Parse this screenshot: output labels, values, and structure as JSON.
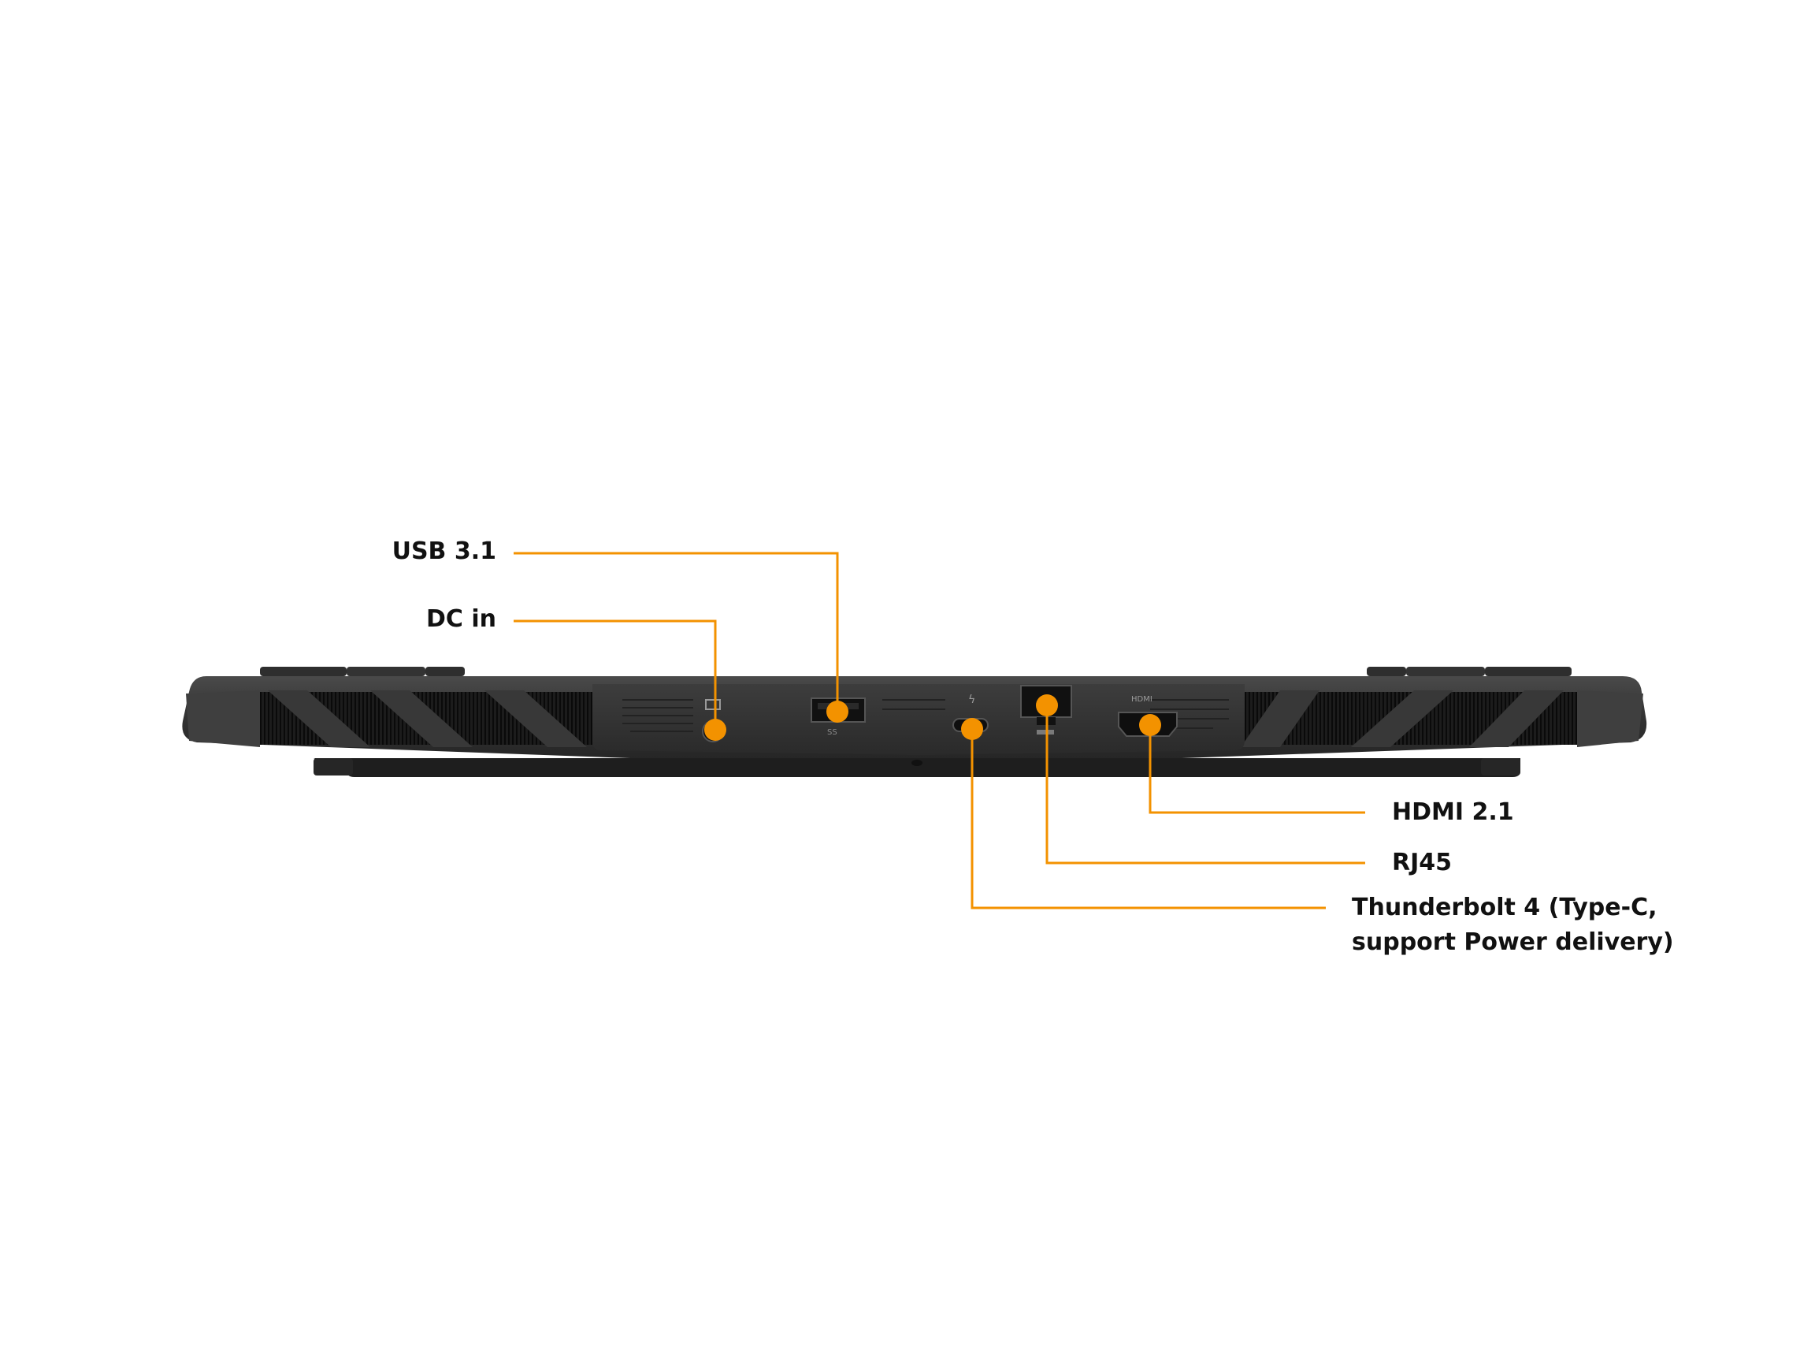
{
  "accent_color": "#f39200",
  "device": {
    "body_color": "#3a3a3a",
    "vent_color": "#141414",
    "port_labels": {
      "usb": "SS",
      "hdmi": "HDMI"
    }
  },
  "callouts": [
    {
      "id": "usb",
      "label": "USB 3.1"
    },
    {
      "id": "dc",
      "label": "DC in"
    },
    {
      "id": "hdmi",
      "label": "HDMI 2.1"
    },
    {
      "id": "rj45",
      "label": "RJ45"
    },
    {
      "id": "tb4",
      "label_line1": "Thunderbolt 4 (Type-C,",
      "label_line2": "support Power delivery)"
    }
  ]
}
